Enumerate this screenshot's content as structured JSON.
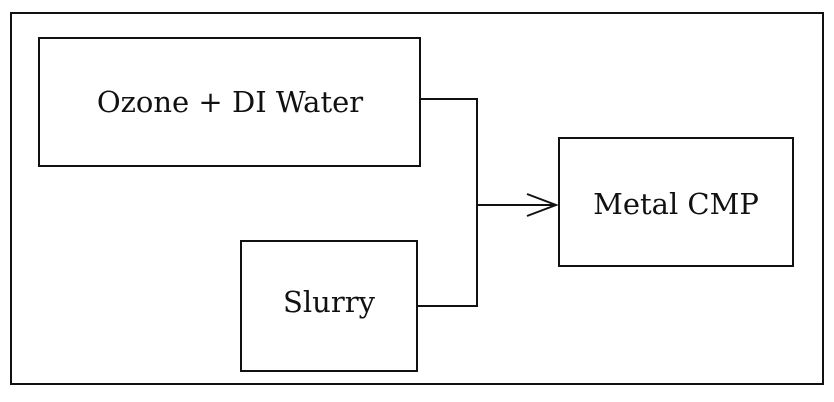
{
  "diagram": {
    "nodes": [
      {
        "id": "ozone",
        "label": "Ozone + DI Water"
      },
      {
        "id": "slurry",
        "label": "Slurry"
      },
      {
        "id": "metal_cmp",
        "label": "Metal CMP"
      }
    ],
    "edges": [
      {
        "from": "ozone",
        "to": "metal_cmp"
      },
      {
        "from": "slurry",
        "to": "metal_cmp"
      }
    ]
  },
  "colors": {
    "stroke": "#111111",
    "background": "#ffffff"
  }
}
